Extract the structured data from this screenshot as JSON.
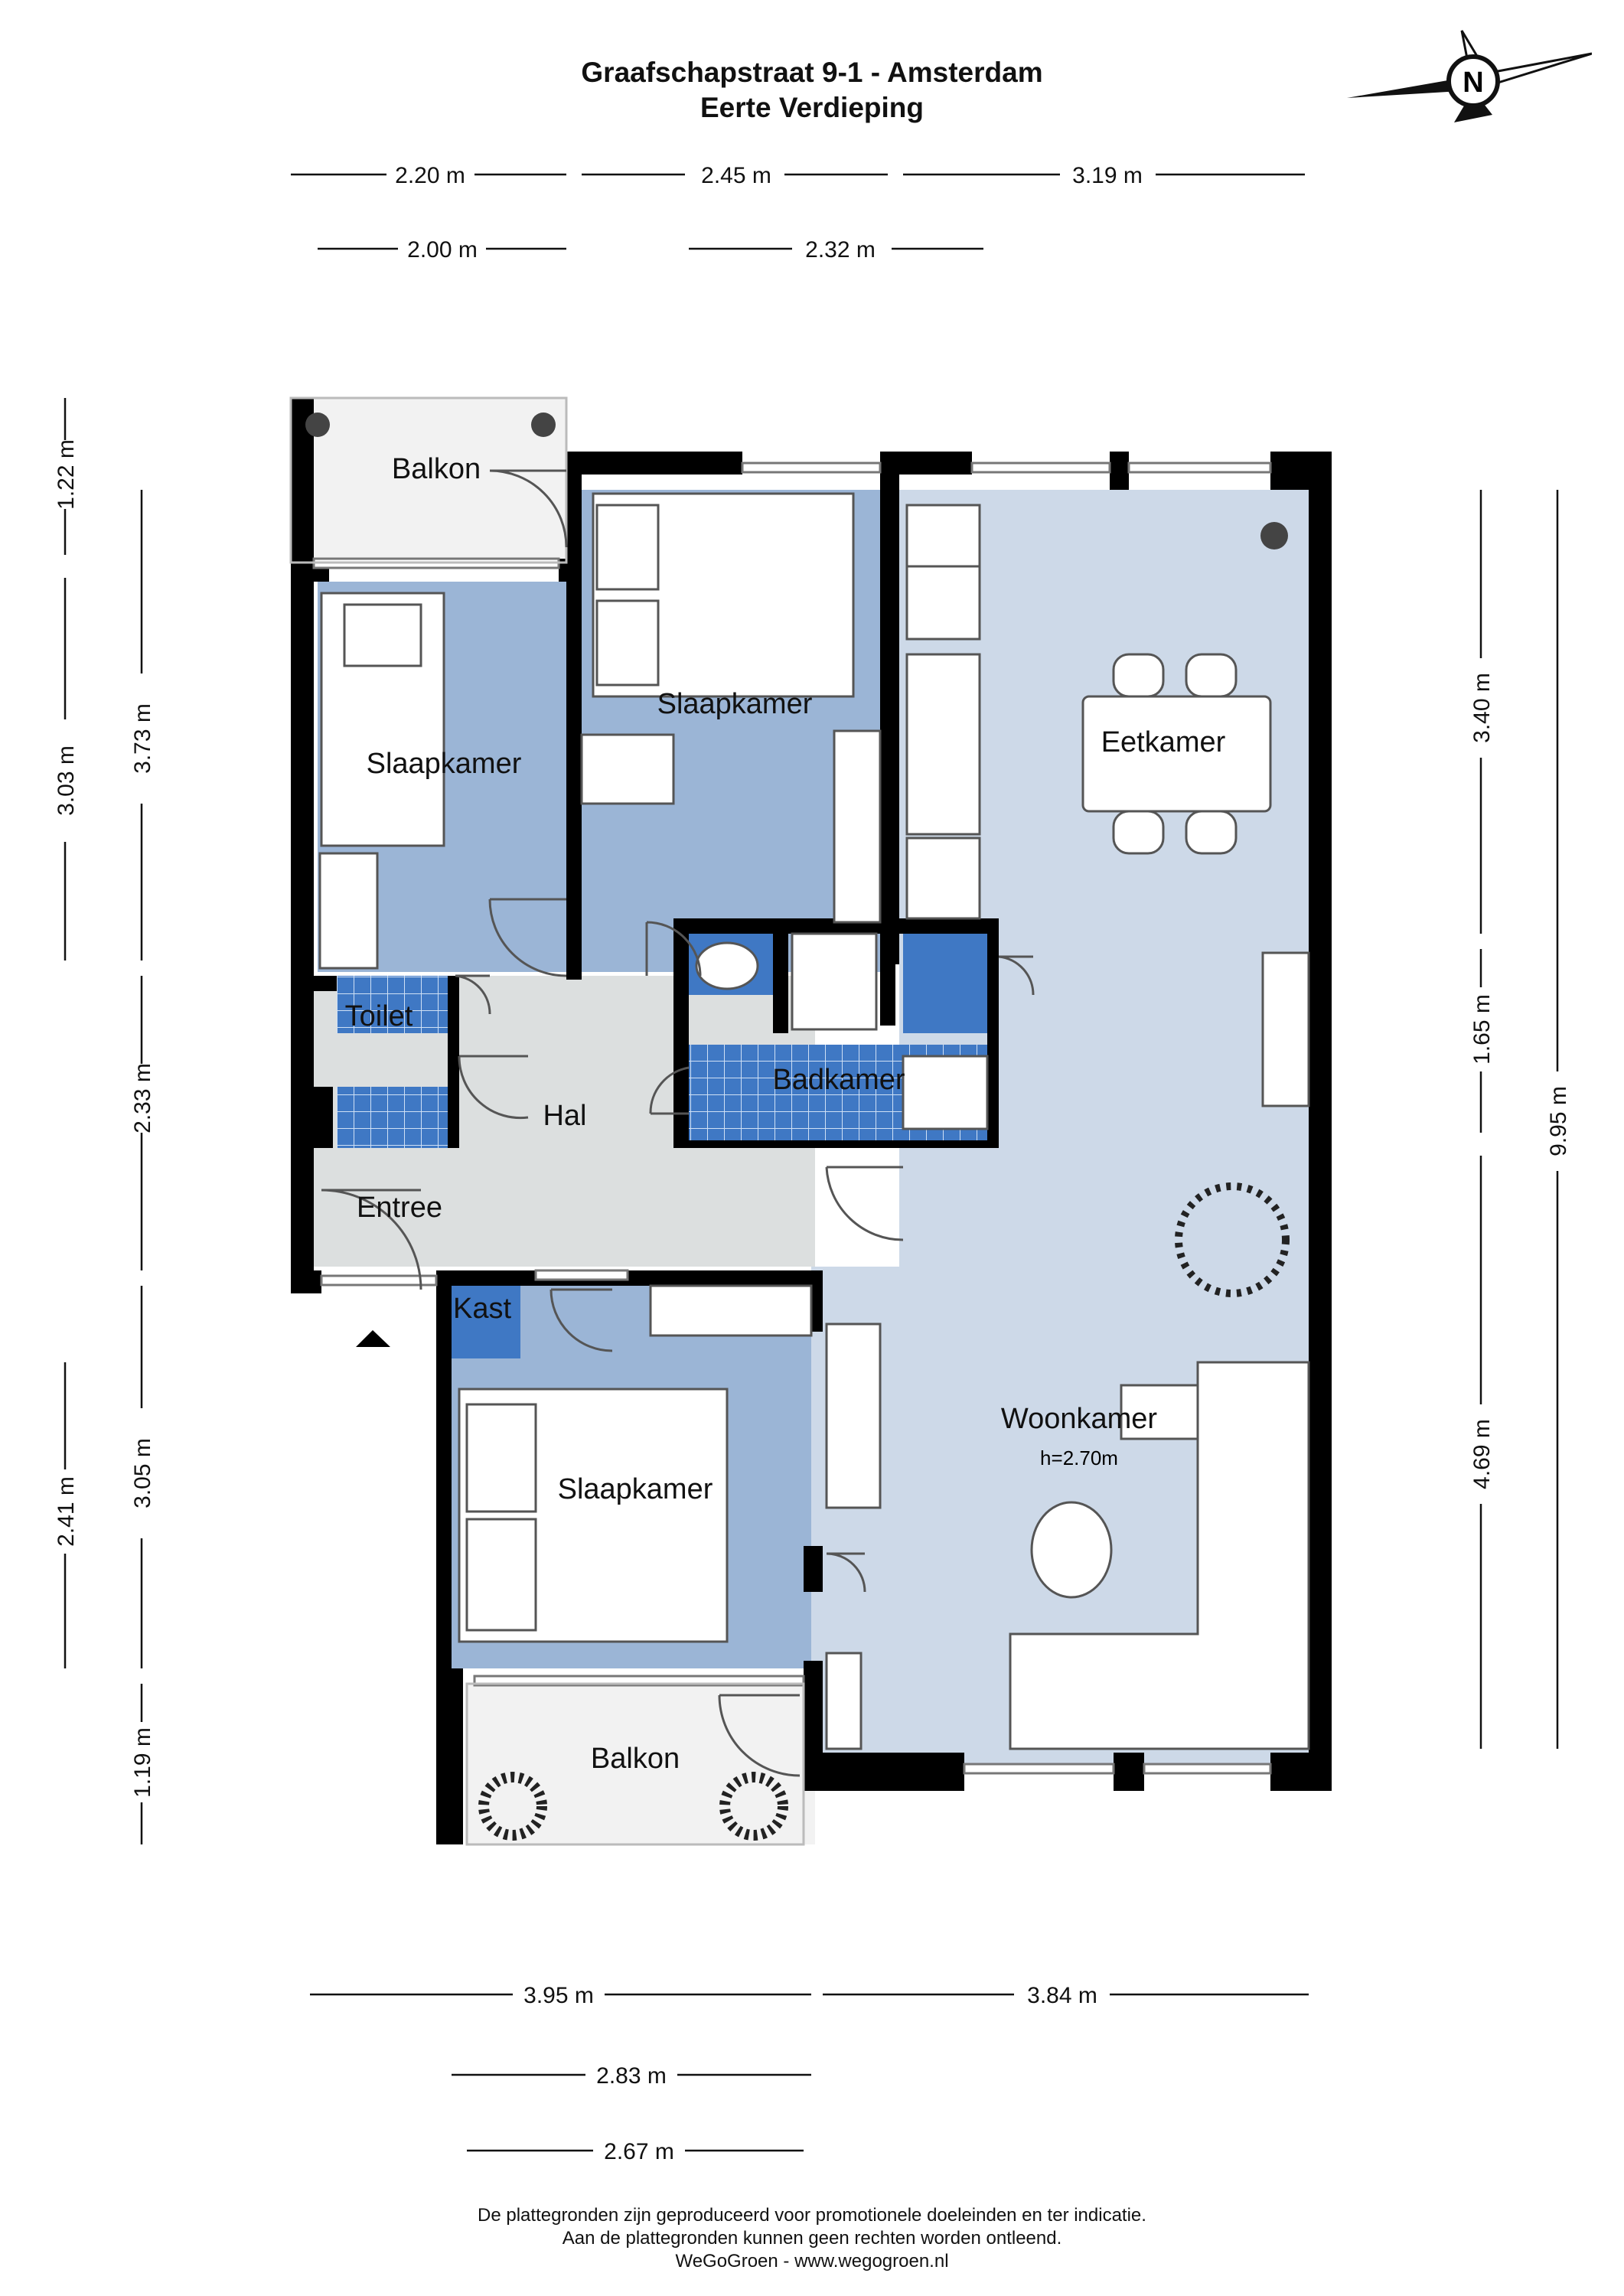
{
  "header": {
    "title": "Graafschapstraat 9-1 - Amsterdam",
    "subtitle": "Eerte Verdieping"
  },
  "compass": {
    "label": "N",
    "icon": "north-arrow-icon"
  },
  "rooms": {
    "balkon_top": "Balkon",
    "slaapkamer_left": "Slaapkamer",
    "slaapkamer_top": "Slaapkamer",
    "eetkamer": "Eetkamer",
    "toilet": "Toilet",
    "hal": "Hal",
    "badkamer": "Badkamer",
    "entree": "Entree",
    "kast": "Kast",
    "slaapkamer_bottom": "Slaapkamer",
    "woonkamer": "Woonkamer",
    "woonkamer_height": "h=2.70m",
    "balkon_bottom": "Balkon"
  },
  "dimensions": {
    "top_row1": [
      "2.20 m",
      "2.45 m",
      "3.19 m"
    ],
    "top_row2": [
      "2.00 m",
      "2.32 m"
    ],
    "left_outer": [
      "1.22 m",
      "3.03 m",
      "2.41 m"
    ],
    "left_inner": [
      "3.73 m",
      "2.33 m",
      "3.05 m",
      "1.19 m"
    ],
    "right_inner": [
      "3.40 m",
      "1.65 m",
      "4.69 m"
    ],
    "right_outer": "9.95 m",
    "bottom_row1": [
      "3.95 m",
      "3.84 m"
    ],
    "bottom_row2": "2.83 m",
    "bottom_row3": "2.67 m"
  },
  "colors": {
    "wall": "#000000",
    "living": "#cdd9e8",
    "bedroom": "#9bb5d6",
    "hall": "#dcdfdf",
    "tile": "#3f78c4",
    "balcony": "#f2f2f2"
  },
  "footer": {
    "line1": "De plattegronden zijn geproduceerd voor promotionele doeleinden en ter indicatie.",
    "line2": "Aan de plattegronden kunnen geen rechten worden ontleend.",
    "line3": "WeGoGroen -  www.wegogroen.nl"
  }
}
